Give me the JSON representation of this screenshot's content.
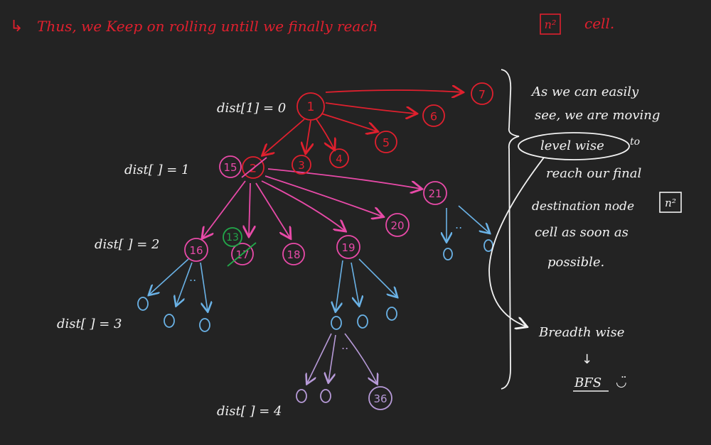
{
  "colors": {
    "background": "#232323",
    "red": "#e0202e",
    "pink": "#e84aa8",
    "blue": "#6ab2e6",
    "purple": "#b79ad8",
    "green": "#22a84a",
    "white": "#f2f2f2"
  },
  "header": {
    "arrow": "↳",
    "text": "Thus, we Keep on rolling untill we finally reach",
    "boxed": "n²",
    "tail": "cell."
  },
  "levels": {
    "l0": "dist[1] = 0",
    "l1": "dist[  ] = 1",
    "l2": "dist[  ] = 2",
    "l3": "dist[ ] = 3",
    "l4": "dist[ ] = 4"
  },
  "nodes": {
    "n1": "1",
    "n2": "2",
    "n3": "3",
    "n4": "4",
    "n5": "5",
    "n6": "6",
    "n7": "7",
    "n15": "15",
    "n21": "21",
    "n20": "20",
    "n16": "16",
    "n13": "13",
    "n17": "17",
    "n18": "18",
    "n19": "19",
    "n36": "36"
  },
  "ellipsis": "..",
  "note": {
    "line1": "As we can easily",
    "line2": "see, we are moving",
    "boxed": "level wise",
    "to": "to",
    "line3": "reach our final",
    "line4a": "destination node",
    "line4b": "n²",
    "line5": "cell as soon as",
    "line6": "possible.",
    "breadth": "Breadth wise",
    "down": "↓",
    "bfs": "BFS",
    "smile": "◡̈"
  }
}
